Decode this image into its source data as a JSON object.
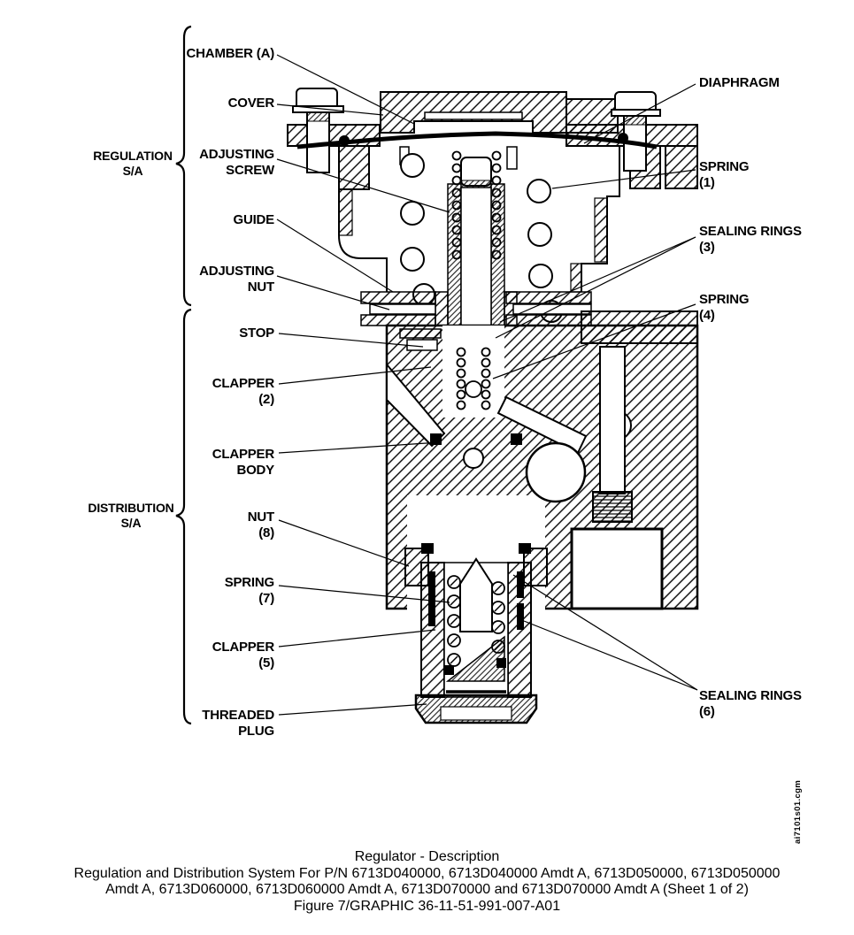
{
  "colors": {
    "ink": "#000000",
    "paper": "#ffffff"
  },
  "group_labels": [
    {
      "id": "regulation-sa",
      "text": "REGULATION\nS/A"
    },
    {
      "id": "distribution-sa",
      "text": "DISTRIBUTION\nS/A"
    }
  ],
  "left_labels": [
    {
      "id": "chamber-a",
      "text": "CHAMBER (A)"
    },
    {
      "id": "cover",
      "text": "COVER"
    },
    {
      "id": "adjusting-screw",
      "text": "ADJUSTING\nSCREW"
    },
    {
      "id": "guide",
      "text": "GUIDE"
    },
    {
      "id": "adjusting-nut",
      "text": "ADJUSTING\nNUT"
    },
    {
      "id": "stop",
      "text": "STOP"
    },
    {
      "id": "clapper-2",
      "text": "CLAPPER\n(2)"
    },
    {
      "id": "clapper-body",
      "text": "CLAPPER\nBODY"
    },
    {
      "id": "nut-8",
      "text": "NUT\n(8)"
    },
    {
      "id": "spring-7",
      "text": "SPRING\n(7)"
    },
    {
      "id": "clapper-5",
      "text": "CLAPPER\n(5)"
    },
    {
      "id": "threaded-plug",
      "text": "THREADED\nPLUG"
    }
  ],
  "right_labels": [
    {
      "id": "diaphragm",
      "text": "DIAPHRAGM"
    },
    {
      "id": "spring-1",
      "text": "SPRING\n(1)"
    },
    {
      "id": "sealing-rings-3",
      "text": "SEALING RINGS\n(3)"
    },
    {
      "id": "spring-4",
      "text": "SPRING\n(4)"
    },
    {
      "id": "sealing-rings-6",
      "text": "SEALING RINGS\n(6)"
    }
  ],
  "watermark": "ai7101s01.cgm",
  "caption": {
    "line1": "Regulator - Description",
    "line2": "Regulation and Distribution System For P/N 6713D040000, 6713D040000 Amdt A, 6713D050000, 6713D050000",
    "line3": "Amdt A, 6713D060000, 6713D060000 Amdt A, 6713D070000 and 6713D070000 Amdt A (Sheet 1 of 2)",
    "line4": "Figure 7/GRAPHIC 36-11-51-991-007-A01"
  }
}
